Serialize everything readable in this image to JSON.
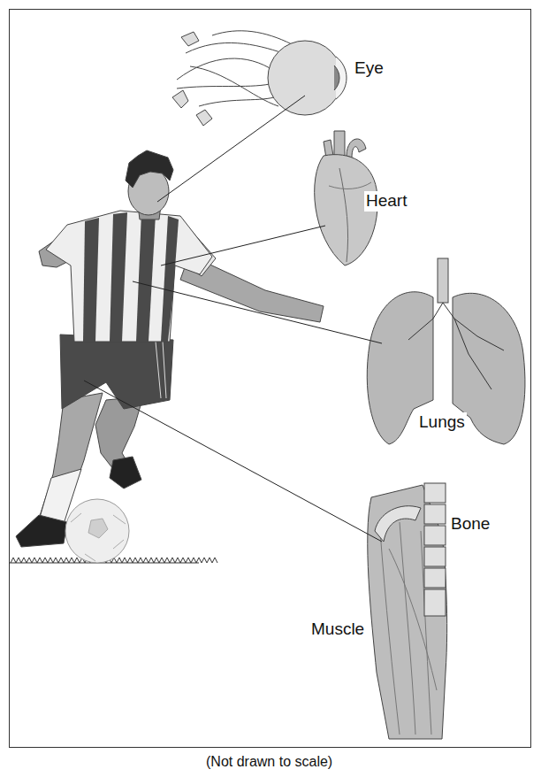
{
  "diagram": {
    "caption": "(Not drawn to scale)",
    "labels": [
      "Eye",
      "Heart",
      "Lungs",
      "Bone",
      "Muscle"
    ]
  }
}
